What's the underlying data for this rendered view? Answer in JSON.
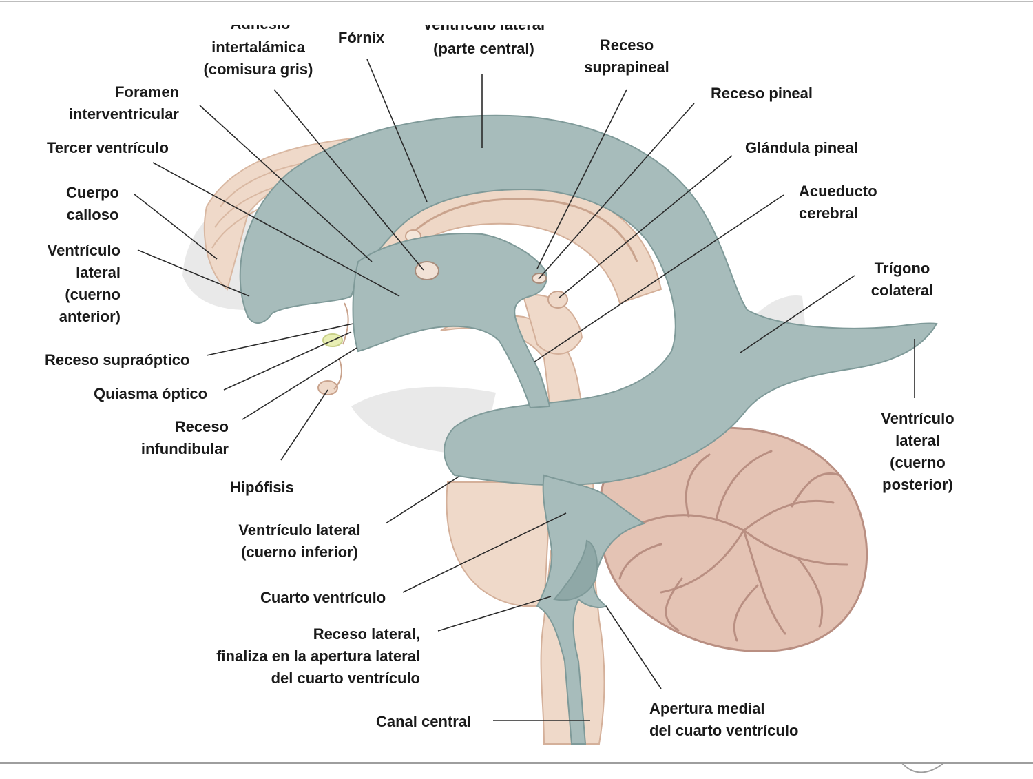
{
  "labels": {
    "adhesio_cut": "Adhesio",
    "adhesio": "intertalámica\n(comisura gris)",
    "fornix": "Fórnix",
    "ventriculo_lateral_cut": "Ventrículo lateral",
    "ventriculo_lateral_central": "(parte central)",
    "receso_suprapineal": "Receso\nsuprapineal",
    "foramen": "Foramen\ninterventricular",
    "receso_pineal": "Receso pineal",
    "tercer_ventriculo": "Tercer ventrículo",
    "glandula_pineal": "Glándula pineal",
    "cuerpo_calloso": "Cuerpo\ncalloso",
    "acueducto": "Acueducto\ncerebral",
    "vl_anterior": "Ventrículo\nlateral\n(cuerno\nanterior)",
    "trigono": "Trígono\ncolateral",
    "receso_supraoptico": "Receso supraóptico",
    "quiasma": "Quiasma óptico",
    "receso_infundibular": "Receso\ninfundibular",
    "vl_posterior": "Ventrículo\nlateral\n(cuerno\nposterior)",
    "hipofisis": "Hipófisis",
    "vl_inferior": "Ventrículo lateral\n(cuerno inferior)",
    "cuarto_ventriculo": "Cuarto ventrículo",
    "receso_lateral": "Receso lateral,\nfinaliza en la apertura lateral\ndel cuarto ventrículo",
    "canal_central": "Canal central",
    "apertura_medial": "Apertura medial\ndel cuarto ventrículo"
  },
  "colors": {
    "ventricle": "#a7bcbb",
    "ventricle_dark": "#7f9a99",
    "tissue": "#eed7c6",
    "tissue_dark": "#d9b8a2",
    "cerebellum": "#e4c3b4",
    "cerebellum_line": "#b98f82",
    "leader": "#2a2a2a",
    "shadow_gray": "#dcdcdc"
  }
}
